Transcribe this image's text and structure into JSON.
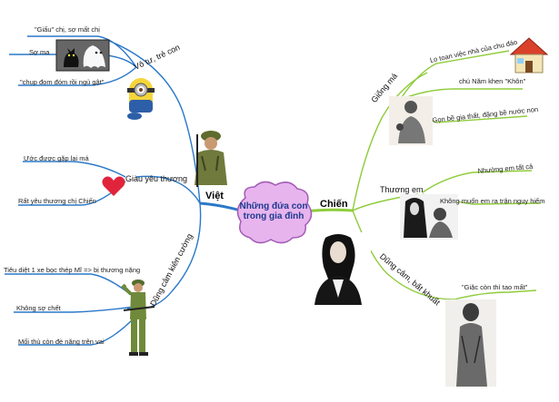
{
  "center": {
    "line1": "Những đứa con",
    "line2": "trong gia đình"
  },
  "left": {
    "title": "Việt",
    "branches": [
      {
        "label": "Vô tư, trẻ con",
        "leaves": [
          "\"Giấu\" chị, sợ mất chị",
          "Sợ ma",
          "\"chụp đom đóm rồi ngủ gật\""
        ]
      },
      {
        "label": "Giàu yêu thương",
        "leaves": [
          "Ước được gặp lại má",
          "Rất yêu thương chị Chiến"
        ]
      },
      {
        "label": "Dũng cảm kiên cường",
        "leaves": [
          "Tiêu diệt 1 xe bọc thép Mĩ => bị thương nặng",
          "Không sợ chết",
          "Mối thù còn đè nặng trên vai"
        ]
      }
    ]
  },
  "right": {
    "title": "Chiến",
    "branches": [
      {
        "label": "Giống má",
        "leaves": [
          "Lo toan việc nhà của chu đáo",
          "chú Năm khen \"Khôn\"",
          "Gọn bề gia thất, đặng bề nước non"
        ]
      },
      {
        "label": "Thương em",
        "leaves": [
          "Nhường em tất cả",
          "Không muốn em ra trận nguy hiểm"
        ]
      },
      {
        "label": "Dũng cảm, bất khuất",
        "leaves": [
          "\"Giặc còn thì tao mất\""
        ]
      }
    ]
  },
  "icons": [
    "ghost-cat-icon",
    "minion-icon",
    "heart-icon",
    "soldier-icon",
    "saluting-soldier-icon",
    "house-icon",
    "woman-portrait-icon",
    "mother-child-icon",
    "woman-coat-icon"
  ],
  "colors": {
    "left_branch": "#2a78c8",
    "right_branch": "#8fcc3c",
    "center_fill": "#e7b4ee",
    "center_stroke": "#a35bb5",
    "heart": "#e0243b"
  }
}
